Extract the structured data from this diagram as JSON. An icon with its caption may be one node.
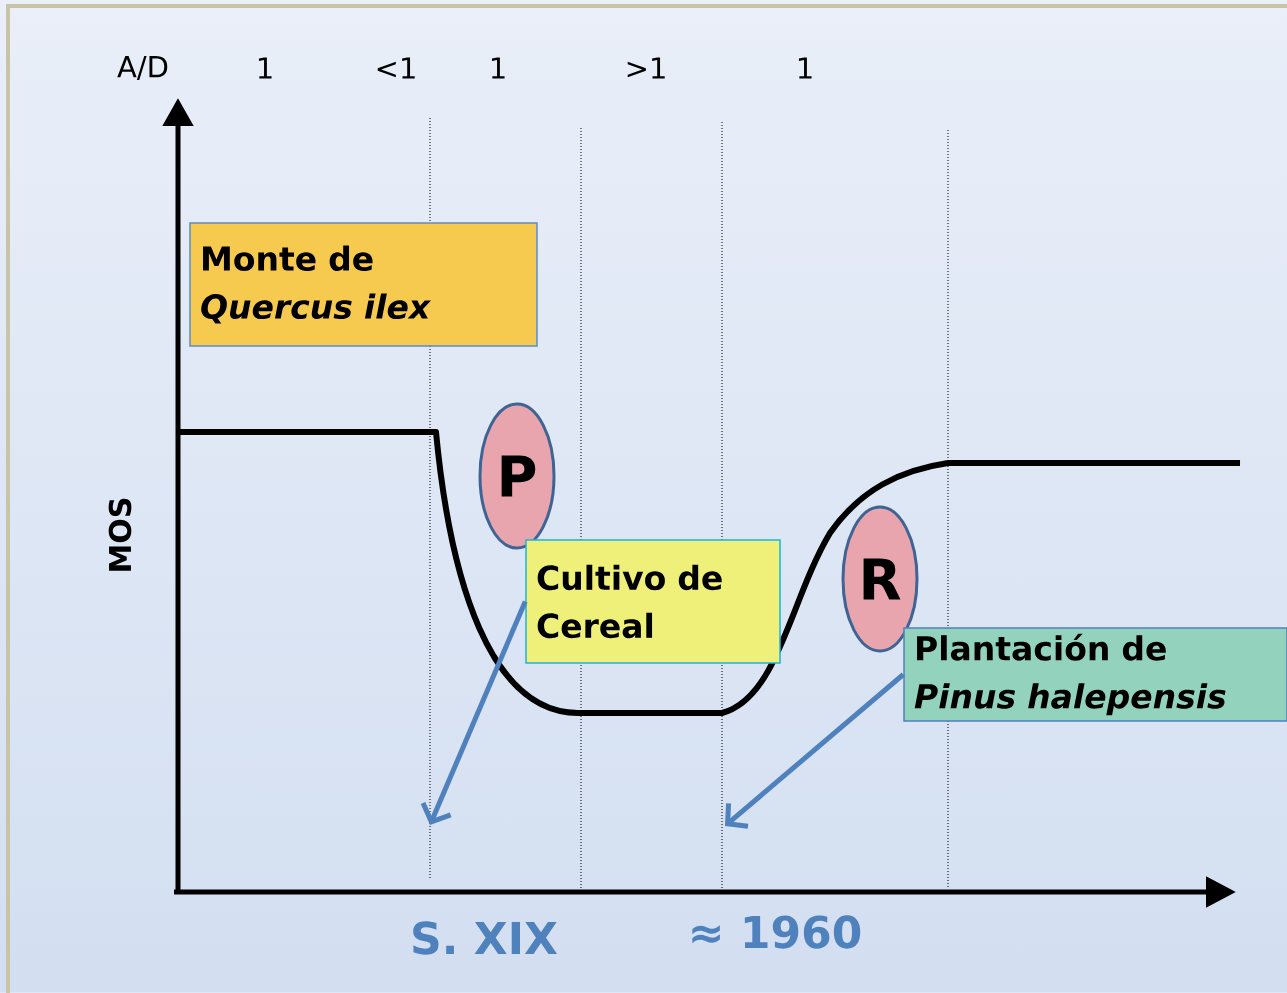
{
  "diagram": {
    "nodes": [
      {
        "text": [
          "Monte de *Quercus ilex*"
        ]
      },
      {
        "text": [
          "P"
        ]
      },
      {
        "text": [
          "Cultivo de Cereal"
        ]
      },
      {
        "text": [
          "R"
        ]
      },
      {
        "text": [
          "Plantación de *Pinus halepensis*"
        ]
      }
    ],
    "edges": [
      {
        "from": 2,
        "to": null,
        "arrow": "to",
        "color": "#4f81bd"
      },
      {
        "from": 4,
        "to": null,
        "arrow": "to",
        "color": "#4f81bd"
      }
    ],
    "labels": [
      "A/D",
      "1",
      "<1",
      "1",
      ">1",
      "1",
      "MOS",
      "S. XIX",
      "≈ 1960"
    ]
  }
}
